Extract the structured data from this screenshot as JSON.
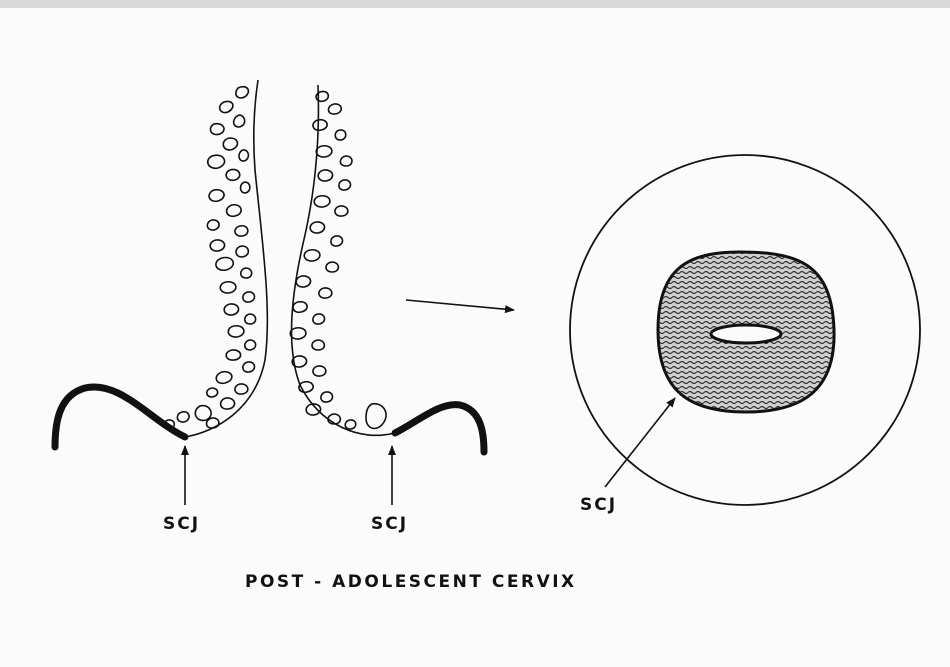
{
  "labels": {
    "scj_left": "SCJ",
    "scj_middle": "SCJ",
    "scj_right": "SCJ",
    "caption": "POST - ADOLESCENT  CERVIX"
  },
  "colors": {
    "ink": "#111111",
    "paper": "#fbfbfb",
    "frame": "#d9d9d9",
    "hatch": "#222222"
  }
}
